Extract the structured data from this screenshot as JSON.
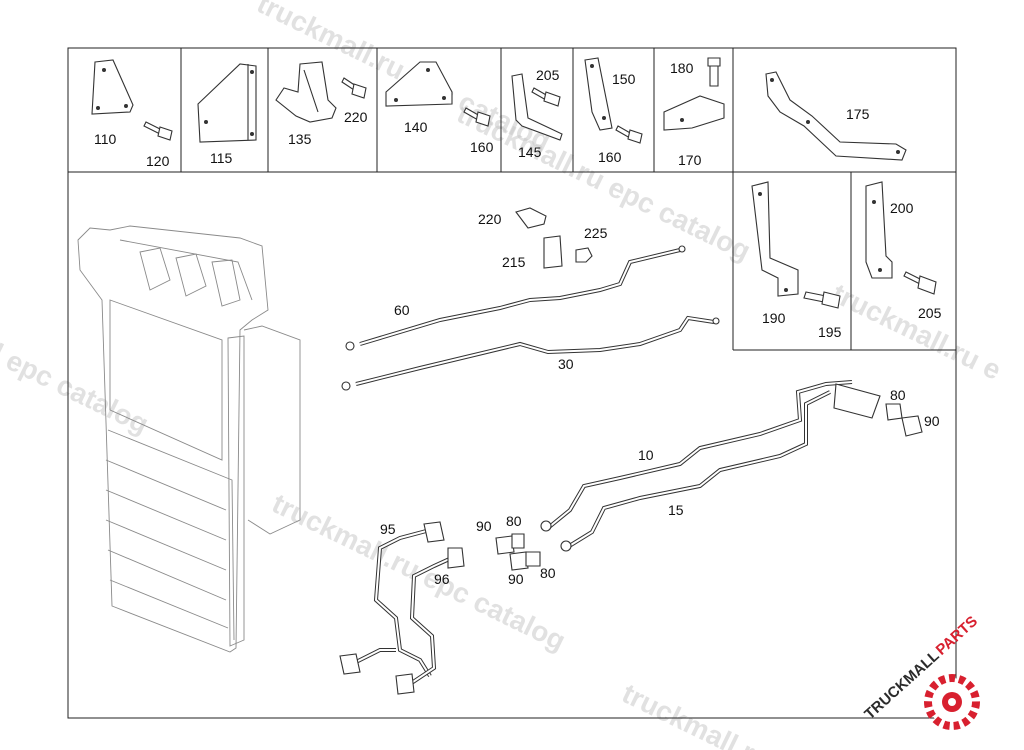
{
  "diagram": {
    "part_labels": {
      "p110": "110",
      "p120": "120",
      "p115": "115",
      "p135": "135",
      "p220a": "220",
      "p140": "140",
      "p160a": "160",
      "p145": "145",
      "p205a": "205",
      "p150": "150",
      "p160b": "160",
      "p180": "180",
      "p170": "170",
      "p175": "175",
      "p220b": "220",
      "p225": "225",
      "p215": "215",
      "p60": "60",
      "p30": "30",
      "p190": "190",
      "p195": "195",
      "p200": "200",
      "p205b": "205",
      "p80a": "80",
      "p90a": "90",
      "p10": "10",
      "p15": "15",
      "p95": "95",
      "p96": "96",
      "p90b": "90",
      "p80b": "80",
      "p90c": "90",
      "p80c": "80"
    },
    "watermarks": {
      "w1": "truckmall.ru epc catalog",
      "w2": "truckmall.ru epc catalog",
      "w3": "l epc catalog",
      "w4": "truckmall.ru e",
      "w5": "truckmall.ru epc catalog",
      "w6": "truckmall.ru"
    },
    "logo": {
      "text_a": "TRUCKMALL",
      "text_b": "PARTS",
      "color_dark": "#2b2b2b",
      "color_accent": "#d8202f"
    }
  }
}
